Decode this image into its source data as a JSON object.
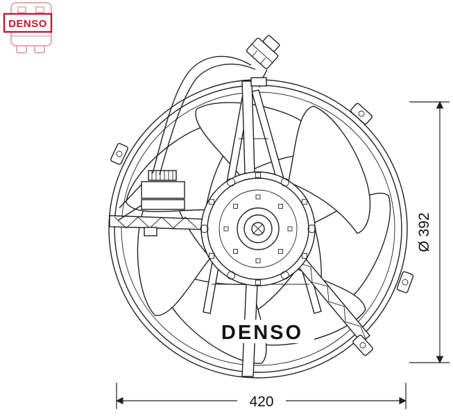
{
  "brand_logo": {
    "text": "DENSO",
    "color": "#d0112b",
    "outline_color": "#e4a9b4"
  },
  "drawing": {
    "shroud_label": "DENSO",
    "blade_count": "7"
  },
  "dimensions": {
    "overall_width": "420",
    "fan_diameter": "Ø 392"
  },
  "colors": {
    "line": "#1f1f1f",
    "background": "#ffffff"
  }
}
